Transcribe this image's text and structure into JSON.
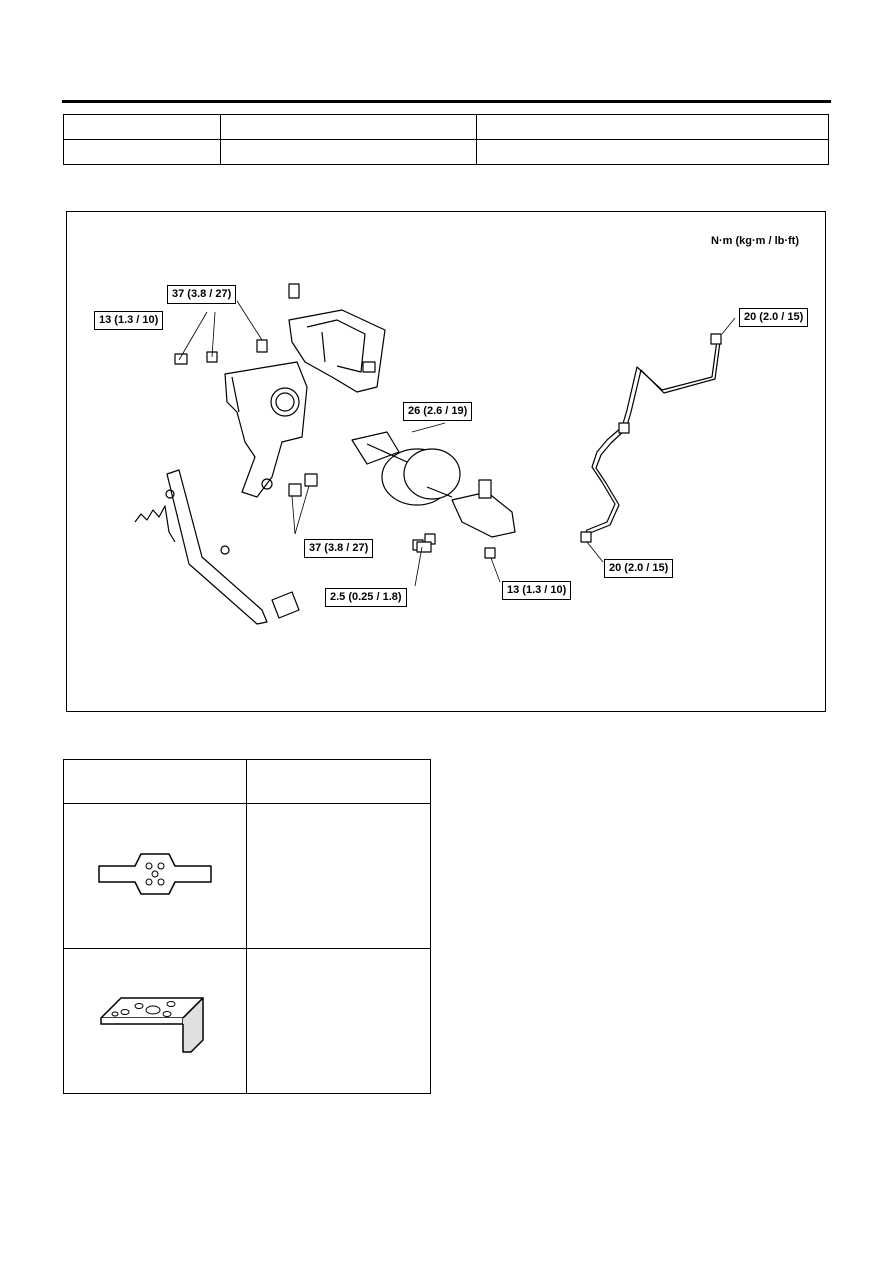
{
  "figure": {
    "unit_label": "N·m (kg·m / lb·ft)",
    "torque_callouts": [
      {
        "id": "bolt-upper-pedal-bracket",
        "text": "37 (3.8 / 27)"
      },
      {
        "id": "nut-left-pedal-bracket",
        "text": "13 (1.3 / 10)"
      },
      {
        "id": "nut-booster-mount",
        "text": "26 (2.6 / 19)"
      },
      {
        "id": "brake-line-upper-fitting",
        "text": "20 (2.0 / 15)"
      },
      {
        "id": "bolt-lower-pedal-pivot",
        "text": "37 (3.8 / 27)"
      },
      {
        "id": "brake-light-switch",
        "text": "2.5 (0.25 / 1.8)"
      },
      {
        "id": "nut-master-cylinder",
        "text": "13 (1.3 / 10)"
      },
      {
        "id": "brake-line-lower-fitting",
        "text": "20 (2.0 / 15)"
      }
    ]
  },
  "tool_table": {
    "header": [
      "",
      ""
    ],
    "rows": [
      {
        "icon": "pedal-adjusting-plate-icon",
        "text": ""
      },
      {
        "icon": "angle-bracket-tool-icon",
        "text": ""
      }
    ]
  }
}
